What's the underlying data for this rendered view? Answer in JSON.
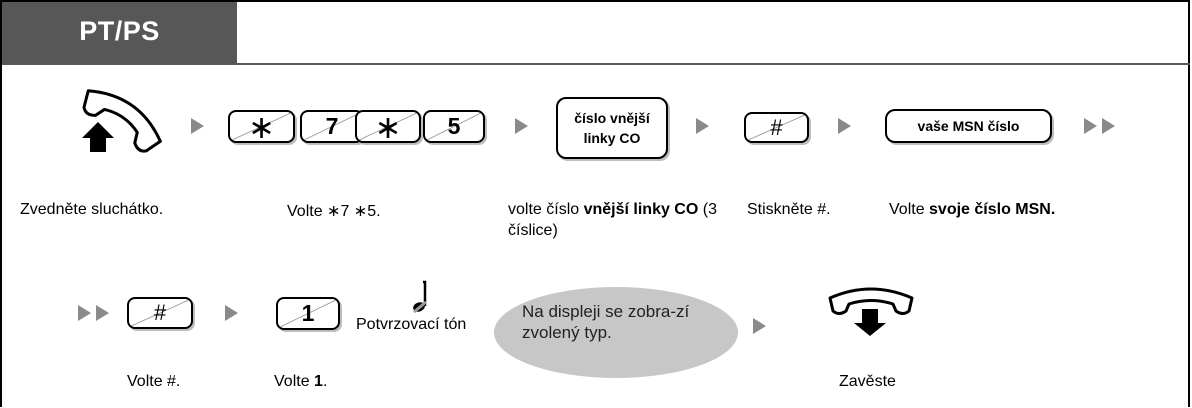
{
  "header": {
    "mode": "PT/PS"
  },
  "row1": {
    "keys_star": "∗",
    "key_7": "7",
    "key_5": "5",
    "co_button": "číslo vnější linky CO",
    "hash_key": "#",
    "msn_button": "vaše MSN číslo",
    "labels": {
      "offhook": "Zvedněte sluchátko.",
      "dial_prefix": "Volte ",
      "dial_code": "∗7 ∗5.",
      "co_pre": "volte číslo ",
      "co_bold": "vnější linky CO",
      "co_post": " (3 číslice)",
      "press_hash": "Stiskněte #.",
      "msn_pre": "Volte ",
      "msn_bold": "svoje číslo MSN."
    }
  },
  "row2": {
    "hash_key": "#",
    "key_1": "1",
    "confirm_tone": "Potvrzovací tón",
    "display_note": "Na displeji se zobra-zí zvolený typ.",
    "labels": {
      "dial_hash": "Volte #.",
      "dial1_pre": "Volte ",
      "dial1_bold": "1",
      "dial1_post": ".",
      "onhook": "Zavěste"
    }
  }
}
